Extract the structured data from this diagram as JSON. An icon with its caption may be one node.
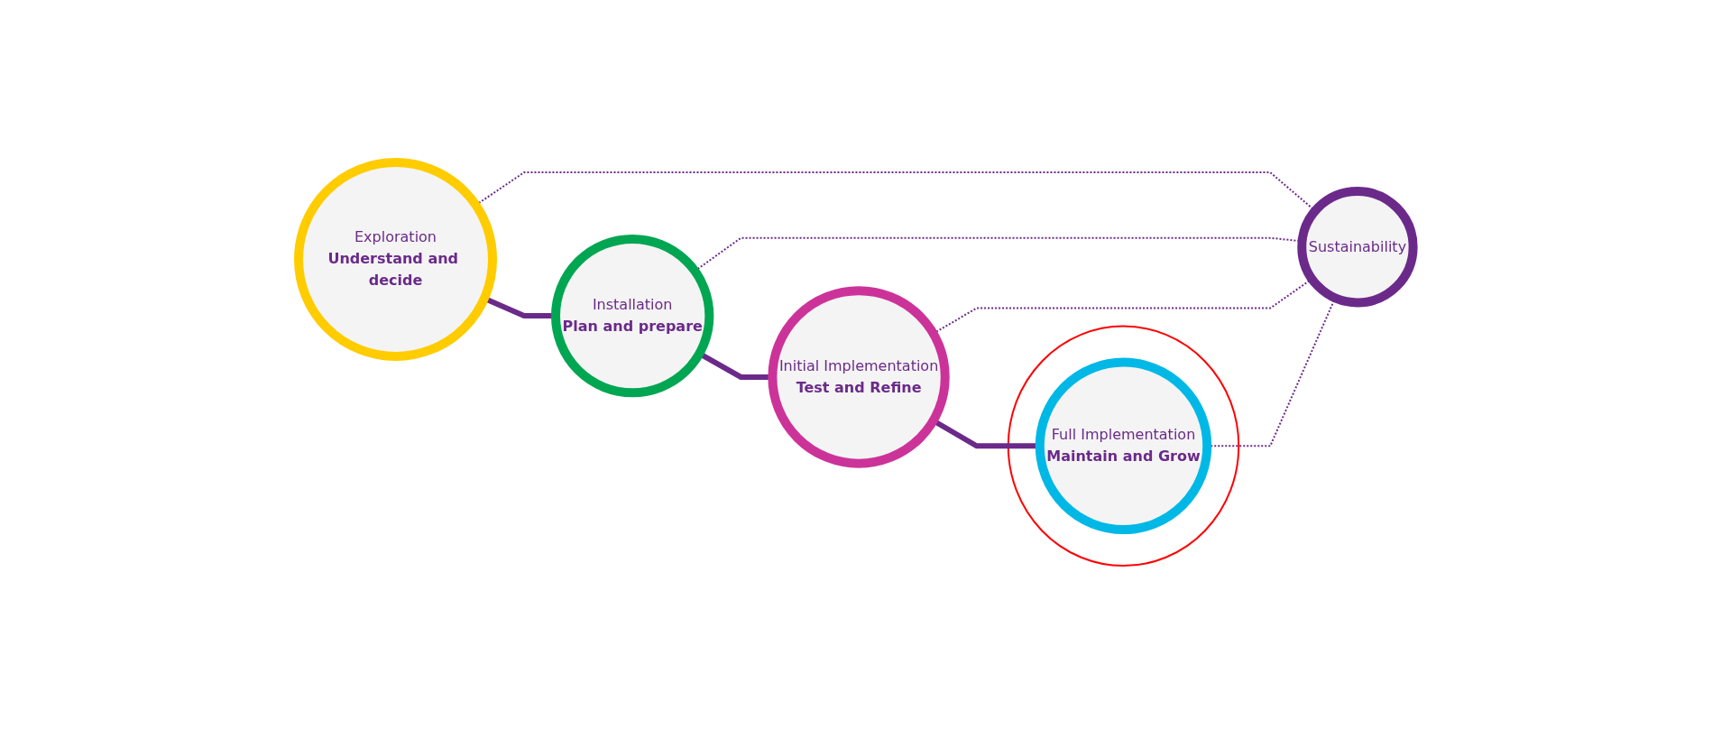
{
  "diagram": {
    "nodes": [
      {
        "text": [
          "Exploration",
          "Understand and decide"
        ]
      },
      {
        "text": [
          "Installation",
          "Plan and prepare"
        ]
      },
      {
        "text": [
          "Initial Implementation",
          "Test and Refine"
        ]
      },
      {
        "text": [],
        "shape": "circle"
      },
      {
        "text": [
          "Full Implementation",
          "Maintain and Grow"
        ],
        "in": 3
      },
      {
        "text": [
          "Sustainability"
        ]
      }
    ],
    "edges": [
      {
        "from": 0,
        "to": 1,
        "arrow": "none",
        "style": "thick"
      },
      {
        "from": 1,
        "to": 2,
        "arrow": "none",
        "style": "thick"
      },
      {
        "from": 2,
        "to": 4,
        "arrow": "none",
        "style": "thick"
      },
      {
        "from": 0,
        "to": 5,
        "arrow": "none",
        "style": "dashed"
      },
      {
        "from": 1,
        "to": 5,
        "arrow": "none",
        "style": "dashed"
      },
      {
        "from": 2,
        "to": 5,
        "arrow": "none",
        "style": "dashed"
      },
      {
        "from": 4,
        "to": 5,
        "arrow": "none",
        "style": "dashed"
      }
    ]
  }
}
